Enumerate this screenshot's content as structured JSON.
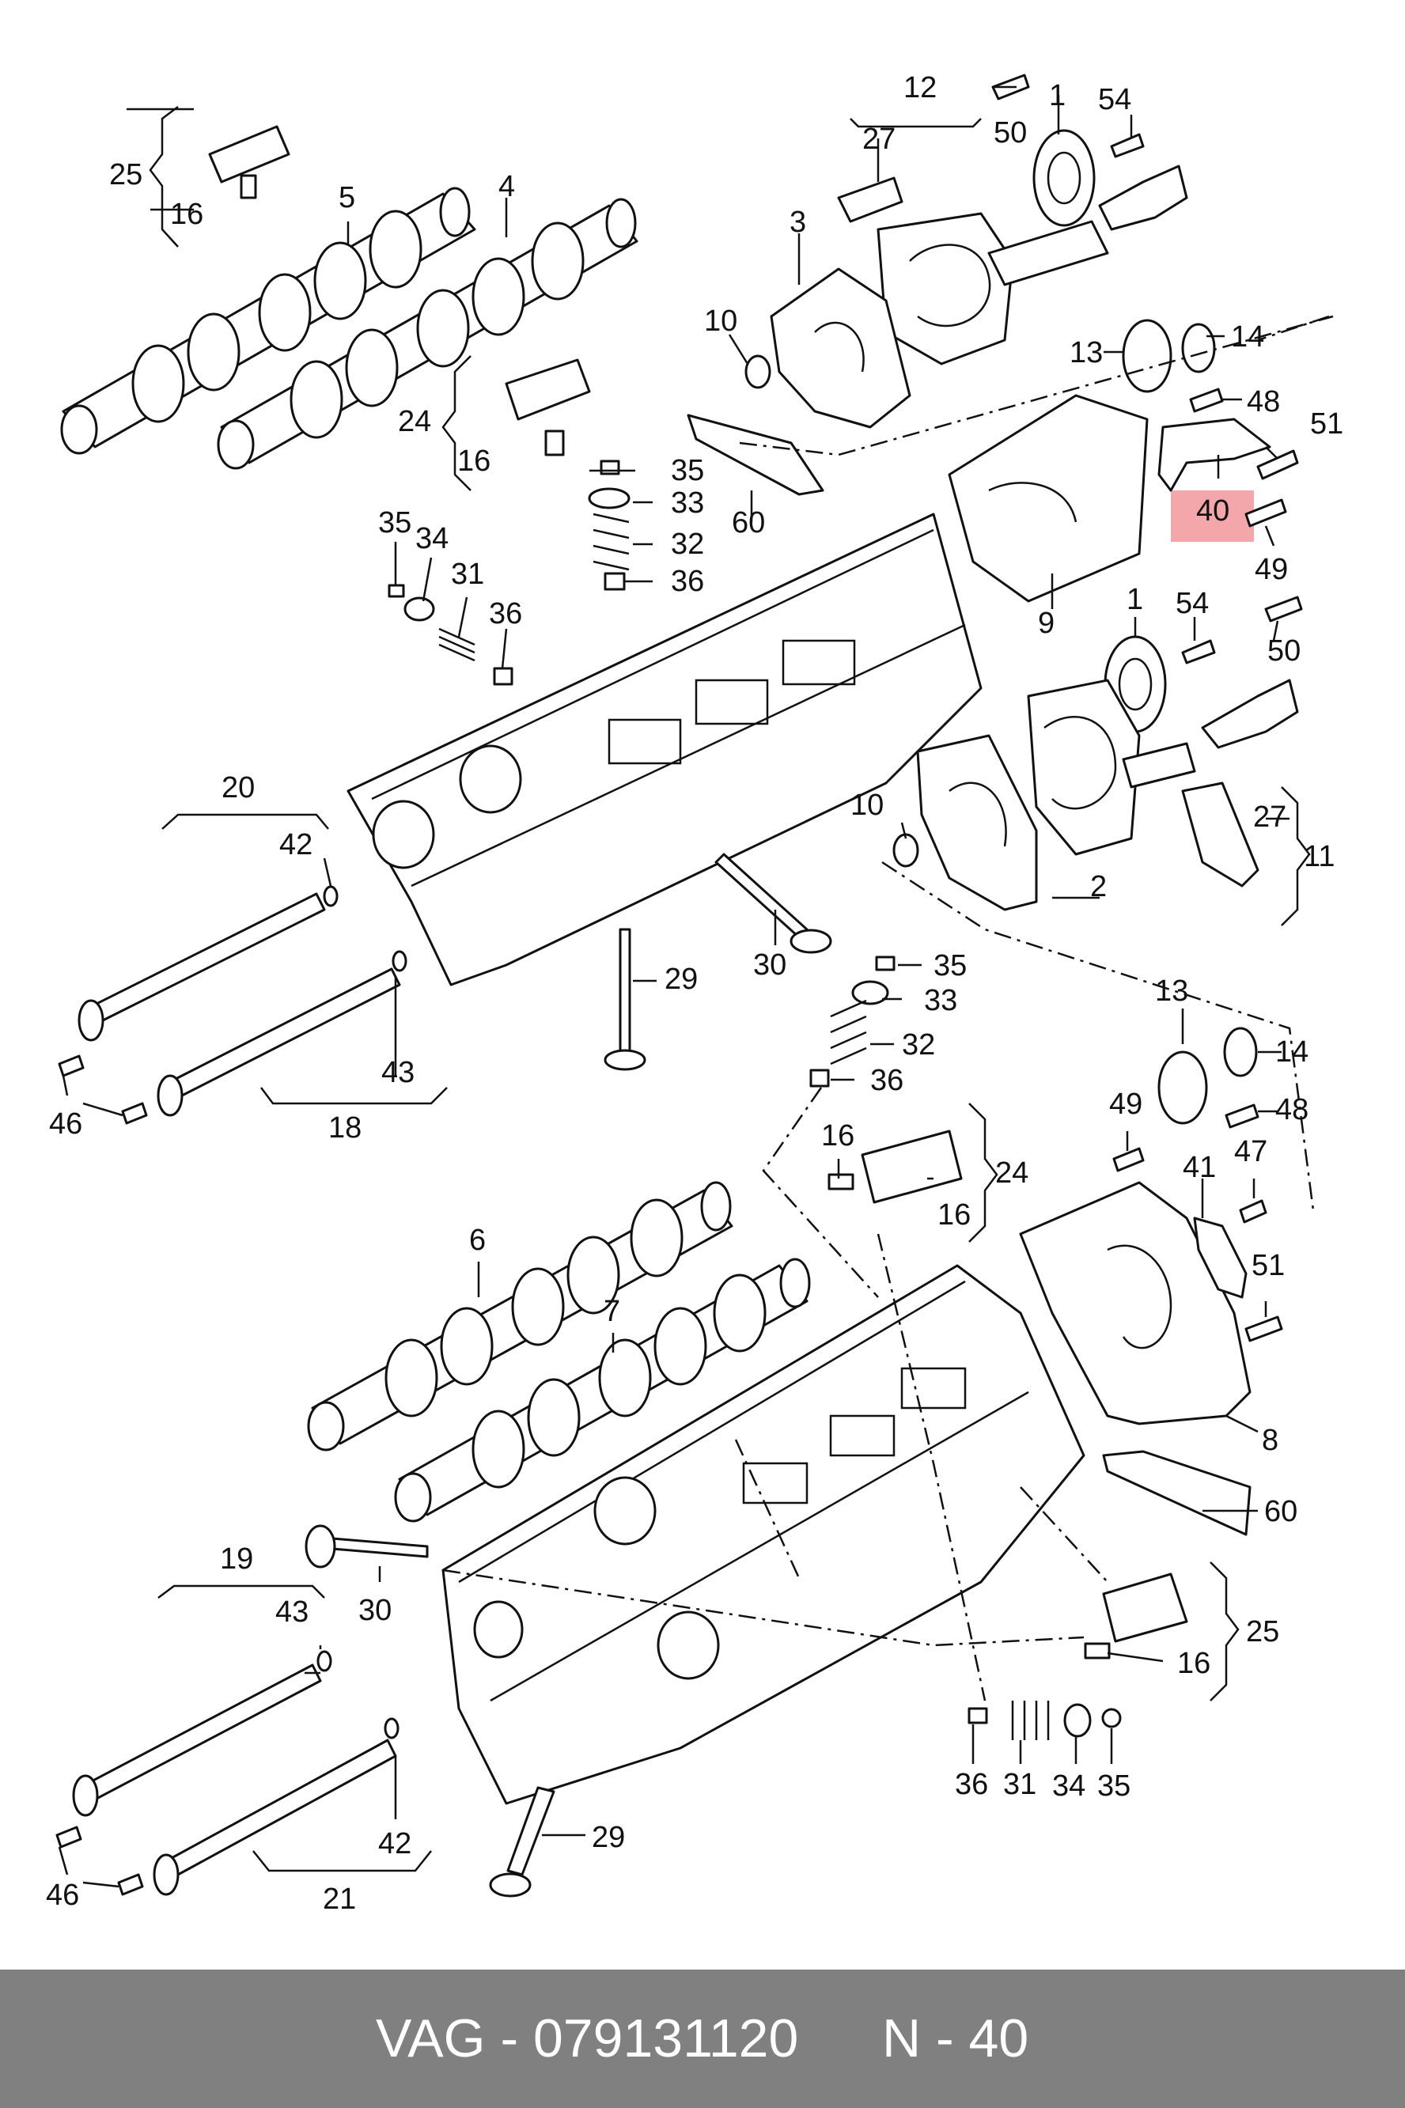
{
  "diagram": {
    "highlight_color": "#f4a7ab",
    "callouts": [
      "1",
      "2",
      "3",
      "4",
      "5",
      "6",
      "7",
      "8",
      "9",
      "10",
      "11",
      "12",
      "13",
      "14",
      "16",
      "18",
      "19",
      "20",
      "21",
      "24",
      "25",
      "27",
      "29",
      "30",
      "31",
      "32",
      "33",
      "34",
      "35",
      "36",
      "40",
      "41",
      "42",
      "43",
      "46",
      "47",
      "48",
      "49",
      "50",
      "51",
      "54",
      "60"
    ],
    "highlighted": "40"
  },
  "footer": {
    "code": "VAG - 079131120",
    "ref": "N - 40",
    "background": "#808080"
  }
}
